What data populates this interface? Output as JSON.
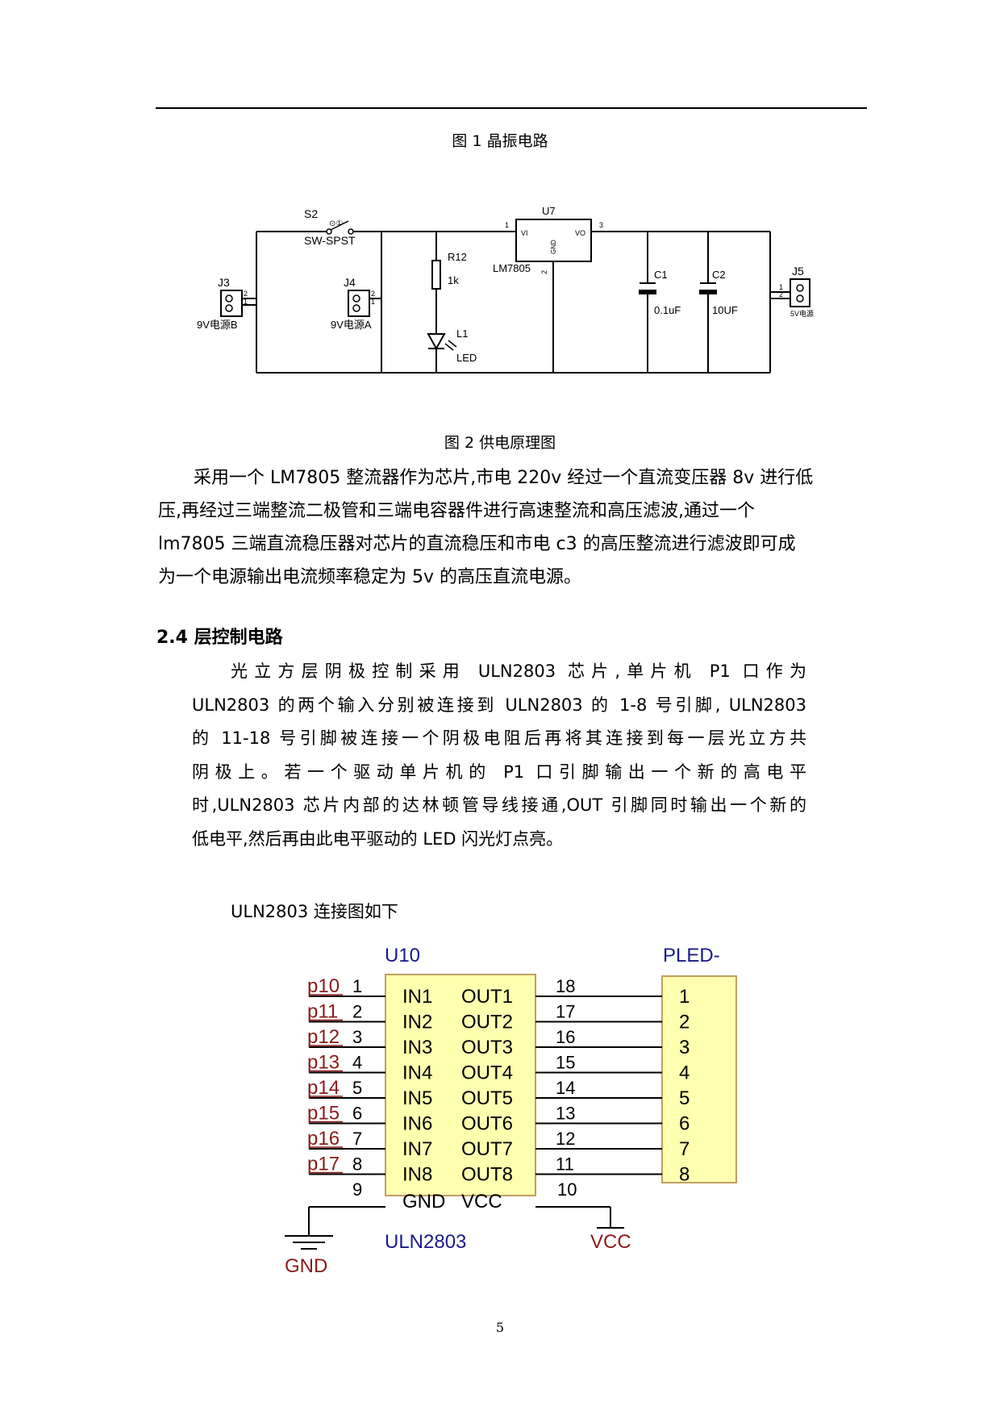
{
  "captions": {
    "fig1": "图 1 晶振电路",
    "fig2": "图 2 供电原理图"
  },
  "supply_circuit": {
    "switch": {
      "name": "S2",
      "type": "SW-SPST",
      "mark": "⊙①"
    },
    "j3": {
      "name": "J3",
      "label": "9V电源B",
      "pins": [
        "2",
        "1"
      ]
    },
    "j4": {
      "name": "J4",
      "label": "9V电源A",
      "pins": [
        "2",
        "1"
      ]
    },
    "r12": {
      "name": "R12",
      "value": "1k"
    },
    "led": {
      "name": "L1",
      "type": "LED"
    },
    "u7": {
      "name": "U7",
      "part": "LM7805",
      "vi": "VI",
      "vo": "VO",
      "gnd": "GND",
      "pin1": "1",
      "pin2": "2",
      "pin3": "3"
    },
    "c1": {
      "name": "C1",
      "value": "0.1uF"
    },
    "c2": {
      "name": "C2",
      "value": "10UF"
    },
    "j5": {
      "name": "J5",
      "label": "5V电源",
      "pins": [
        "1",
        "2"
      ]
    }
  },
  "paragraph1": [
    "采用一个 LM7805 整流器作为芯片,市电 220v 经过一个直流变压器 8v 进行低",
    "压,再经过三端整流二极管和三端电容器件进行高速整流和高压滤波,通过一个",
    "lm7805 三端直流稳压器对芯片的直流稳压和市电 c3 的高压整流进行滤波即可成",
    "为一个电源输出电流频率稳定为 5v 的高压直流电源。"
  ],
  "section_heading": "2.4 层控制电路",
  "paragraph2": [
    "光立方层阴极控制采用 ULN2803 芯片,单片机 P1 口作为",
    "ULN2803 的两个输入分别被连接到 ULN2803 的 1-8 号引脚, ULN2803",
    "的 11-18 号引脚被连接一个阴极电阻后再将其连接到每一层光立方共",
    "阴极上。若一个驱动单片机的 P1 口引脚输出一个新的高电平",
    "时,ULN2803 芯片内部的达林顿管导线接通,OUT 引脚同时输出一个新的",
    "低电平,然后再由此电平驱动的 LED 闪光灯点亮。"
  ],
  "paragraph3": "ULN2803 连接图如下",
  "uln_diagram": {
    "chip_ref": "U10",
    "chip_part": "ULN2803",
    "connector": "PLED-",
    "gnd_label": "GND",
    "vcc_label": "VCC",
    "rows": [
      {
        "net": "p10",
        "in_pin": "1",
        "in_name": "IN1",
        "out_name": "OUT1",
        "out_pin": "18",
        "led_pin": "1"
      },
      {
        "net": "p11",
        "in_pin": "2",
        "in_name": "IN2",
        "out_name": "OUT2",
        "out_pin": "17",
        "led_pin": "2"
      },
      {
        "net": "p12",
        "in_pin": "3",
        "in_name": "IN3",
        "out_name": "OUT3",
        "out_pin": "16",
        "led_pin": "3"
      },
      {
        "net": "p13",
        "in_pin": "4",
        "in_name": "IN4",
        "out_name": "OUT4",
        "out_pin": "15",
        "led_pin": "4"
      },
      {
        "net": "p14",
        "in_pin": "5",
        "in_name": "IN5",
        "out_name": "OUT5",
        "out_pin": "14",
        "led_pin": "5"
      },
      {
        "net": "p15",
        "in_pin": "6",
        "in_name": "IN6",
        "out_name": "OUT6",
        "out_pin": "13",
        "led_pin": "6"
      },
      {
        "net": "p16",
        "in_pin": "7",
        "in_name": "IN7",
        "out_name": "OUT7",
        "out_pin": "12",
        "led_pin": "7"
      },
      {
        "net": "p17",
        "in_pin": "8",
        "in_name": "IN8",
        "out_name": "OUT8",
        "out_pin": "11",
        "led_pin": "8"
      }
    ],
    "gnd_row": {
      "in_pin": "9",
      "in_name": "GND",
      "out_name": "VCC",
      "out_pin": "10"
    },
    "colors": {
      "chip_fill": "#FFFFB0",
      "chip_border": "#C0A060",
      "net_red": "#8B1A1A",
      "blue": "#1A1A8B"
    }
  },
  "page_number": "5"
}
